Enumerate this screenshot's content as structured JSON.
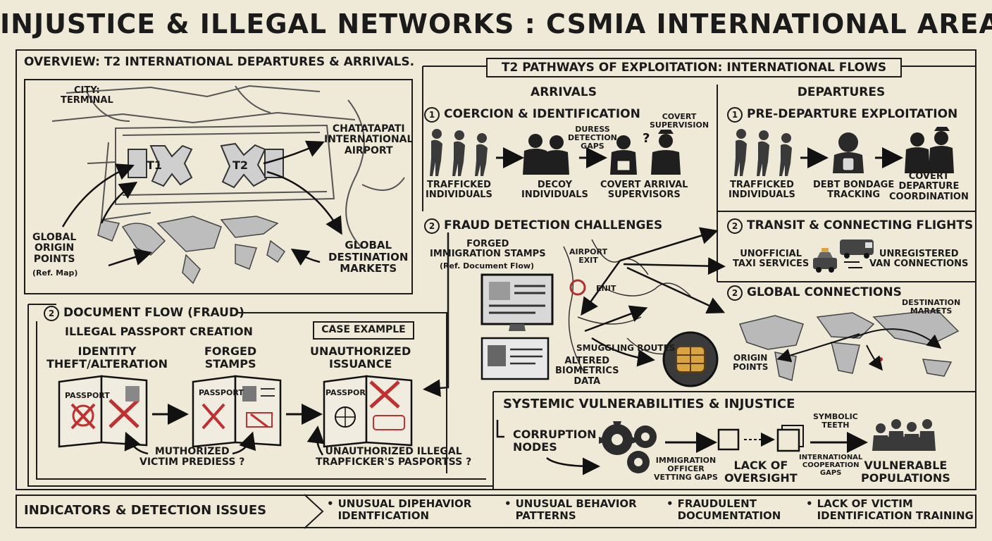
{
  "title": "INJUSTICE & ILLEGAL NETWORKS : CSMIA INTERNATIONAL AREA",
  "overview": {
    "heading": "OVERVIEW: T2 INTERNATIONAL DEPARTURES & ARRIVALS.",
    "city_terminal": "CITY:\nTERMINAL",
    "t1": "T1",
    "t2": "T2",
    "airport": "CHATATAPATI\nINTERNATIONAL\nAIRPORT",
    "global_origin": "GLOBAL\nORIGIN\nPOINTS",
    "ref_map": "(Ref. Map)",
    "global_destination": "GLOBAL\nDESTINATION\nMARKETS"
  },
  "pathways": {
    "heading": "T2 PATHWAYS OF EXPLOITATION: INTERNATIONAL FLOWS",
    "arrivals": {
      "heading": "ARRIVALS",
      "coercion": {
        "num": "1",
        "heading": "COERCION & IDENTIFICATION",
        "trafficked": "TRAFFICKED\nINDIVIDUALS",
        "decoy": "DECOY\nINDIVIDUALS",
        "duress": "DURESS\nDETECTION\nGAPS",
        "covert_supervision": "COVERT\nSUPERVISION",
        "covert_arrival": "COVERT ARRIVAL\nSUPERVISORS"
      },
      "fraud": {
        "num": "2",
        "heading": "FRAUD DETECTION CHALLENGES",
        "forged_stamps": "FORGED\nIMMIGRATION STAMPS",
        "ref_doc": "(Ref. Document Flow)",
        "airport_exit": "AIRPORT\nEXIT",
        "exit": "ENIT",
        "smuggling": "SMUGGLING ROUTES",
        "biometrics": "ALTERED\nBIOMETRICS\nDATA"
      }
    },
    "departures": {
      "heading": "DEPARTURES",
      "pre_departure": {
        "num": "1",
        "heading": "PRE-DEPARTURE EXPLOITATION",
        "trafficked": "TRAFFICKED\nINDIVIDUALS",
        "debt": "DEBT BONDAGE\nTRACKING",
        "covert_departure": "COVERT\nDEPARTURE\nCOORDINATION"
      },
      "transit": {
        "num": "2",
        "heading": "TRANSIT & CONNECTING FLIGHTS",
        "taxi": "UNOFFICIAL\nTAXI SERVICES",
        "van": "UNREGISTERED\nVAN CONNECTIONS"
      },
      "global": {
        "num": "2",
        "heading": "GLOBAL CONNECTIONS",
        "destination": "DESTINATION\nMARAETS",
        "origin": "ORIGIN\nPOINTS"
      }
    }
  },
  "document_flow": {
    "num": "2",
    "heading": "DOCUMENT FLOW (FRAUD)",
    "subheading": "ILLEGAL PASSPORT CREATION",
    "case_example": "CASE EXAMPLE",
    "identity_theft": "IDENTITY\nTHEFT/ALTERATION",
    "forged_stamps": "FORGED\nSTAMPS",
    "unauthorized_issuance": "UNAUTHORIZED\nISSUANCE",
    "passport_a": "PASSPORT",
    "passport_b": "PASSPORT",
    "passport_c": "PASSPOR",
    "muthorized": "MUTHORIZED\nVICTIM PREDIESS ?",
    "unauth_illegal": "UNAUTHORIZED ILLEGAL\nTRAPFICKER'S PASPORTSS ?"
  },
  "systemic": {
    "heading": "SYSTEMIC VULNERABILITIES & INJUSTICE",
    "corruption": "CORRUPTION\nNODES",
    "immigration": "IMMIGRATION\nOFFICER\nVETTING GAPS",
    "lack_oversight": "LACK OF\nOVERSIGHT",
    "symbolic": "SYMBOLIC\nTEETH",
    "intl_coop": "INTERNATIONAL\nCOOPERATION\nGAPS",
    "vulnerable": "VULNERABLE\nPOPULATIONS"
  },
  "indicators": {
    "heading": "INDICATORS & DETECTION ISSUES",
    "items": [
      "UNUSUAL DIPEHAVIOR\nIDENTFICATION",
      "UNUSUAL BEHAVIOR\nPATTERNS",
      "FRAUDULENT\nDOCUMENTATION",
      "LACK OF VICTIM\nIDENTIFICATION TRAINING"
    ],
    "bullet": "•"
  }
}
